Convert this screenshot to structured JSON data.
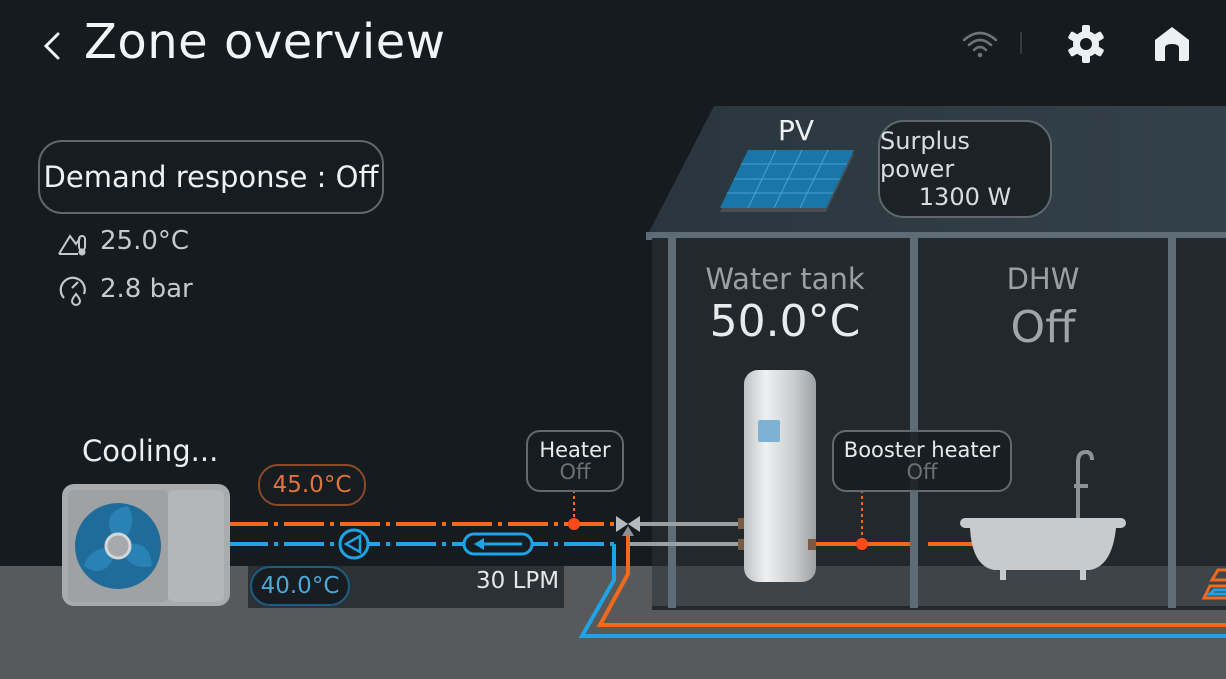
{
  "header": {
    "title": "Zone overview",
    "back_icon": "chevron-left-icon",
    "wifi_icon": "wifi-icon",
    "settings_icon": "gear-icon",
    "home_icon": "home-icon"
  },
  "demand_response": {
    "label": "Demand response : Off"
  },
  "outdoor": {
    "temperature": "25.0°C",
    "temperature_icon": "outdoor-thermometer-icon",
    "pressure": "2.8 bar",
    "pressure_icon": "water-pressure-gauge-icon"
  },
  "pv": {
    "label": "PV",
    "surplus_title": "Surplus power",
    "surplus_value": "1300 W"
  },
  "water_tank": {
    "label": "Water tank",
    "value": "50.0°C"
  },
  "dhw": {
    "label": "DHW",
    "value": "Off"
  },
  "outdoor_unit": {
    "status": "Cooling..."
  },
  "pipes": {
    "supply_temp": "45.0°C",
    "return_temp": "40.0°C",
    "flow_rate": "30 LPM"
  },
  "heater": {
    "label": "Heater",
    "value": "Off"
  },
  "booster_heater": {
    "label": "Booster heater",
    "value": "Off"
  },
  "colors": {
    "background": "#151b1f",
    "hot_pipe": "#f06a1e",
    "cold_pipe": "#1fa3e6",
    "supply_text": "#e0743a",
    "return_text": "#4aa8d8"
  }
}
